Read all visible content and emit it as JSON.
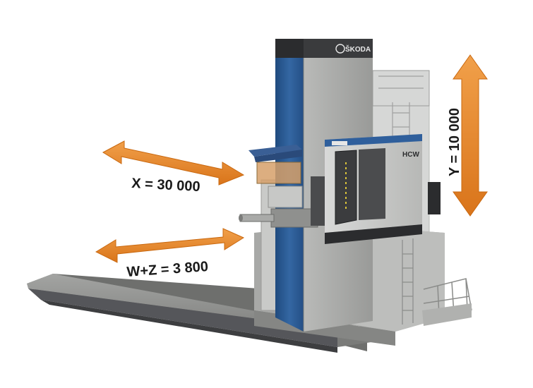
{
  "labels": {
    "x_axis": "X = 30 000",
    "wz_axis": "W+Z = 3 800",
    "y_axis": "Y = 10 000",
    "brand": "ŠKODA",
    "model": "HCW"
  },
  "colors": {
    "arrow": "#e8861e",
    "column_blue": "#2e5f9a",
    "machine_gray": "#a9aaa8",
    "bed_gray": "#8f908e",
    "dark_gray": "#3d3e40"
  }
}
